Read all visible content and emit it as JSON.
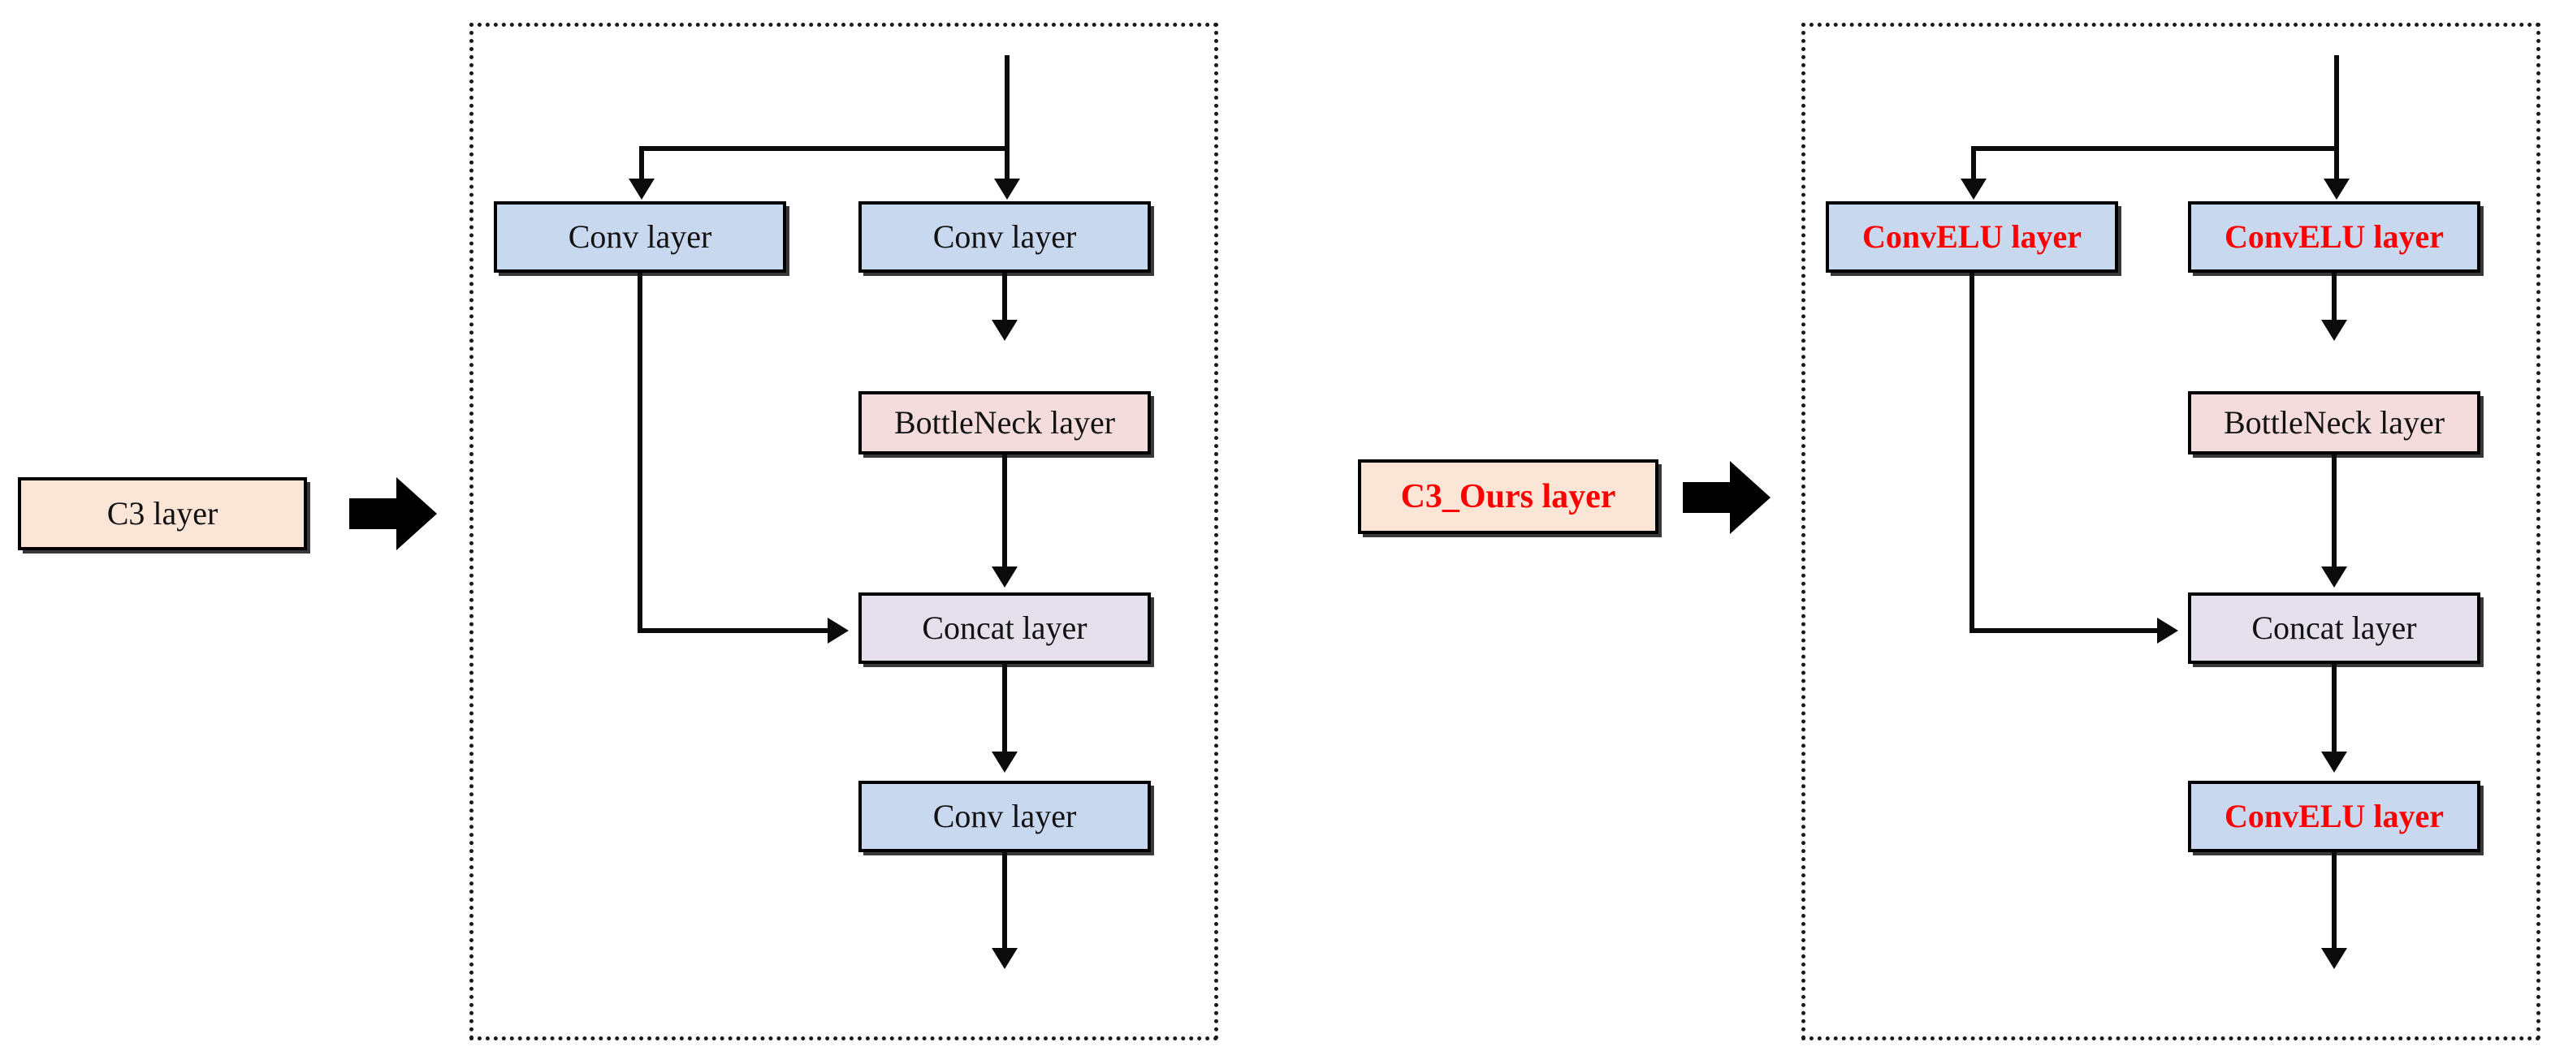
{
  "figure": {
    "background_color": "#ffffff",
    "accent_red": "#fe0000",
    "box_colors": {
      "conv": "#c8d8ef",
      "bottleneck": "#f4dcdc",
      "concat": "#e6dfec",
      "module": "#fbe5d6"
    }
  },
  "left_panel": {
    "module_label": "C3 layer",
    "transition_icon": "right-block-arrow-icon",
    "nodes": {
      "conv_left": "Conv layer",
      "conv_right": "Conv layer",
      "bottleneck": "BottleNeck layer",
      "concat": "Concat layer",
      "conv_out": "Conv layer"
    }
  },
  "right_panel": {
    "module_label": "C3_Ours layer",
    "transition_icon": "right-block-arrow-icon",
    "nodes": {
      "conv_left": "ConvELU layer",
      "conv_right": "ConvELU layer",
      "bottleneck": "BottleNeck layer",
      "concat": "Concat layer",
      "conv_out": "ConvELU layer"
    }
  }
}
